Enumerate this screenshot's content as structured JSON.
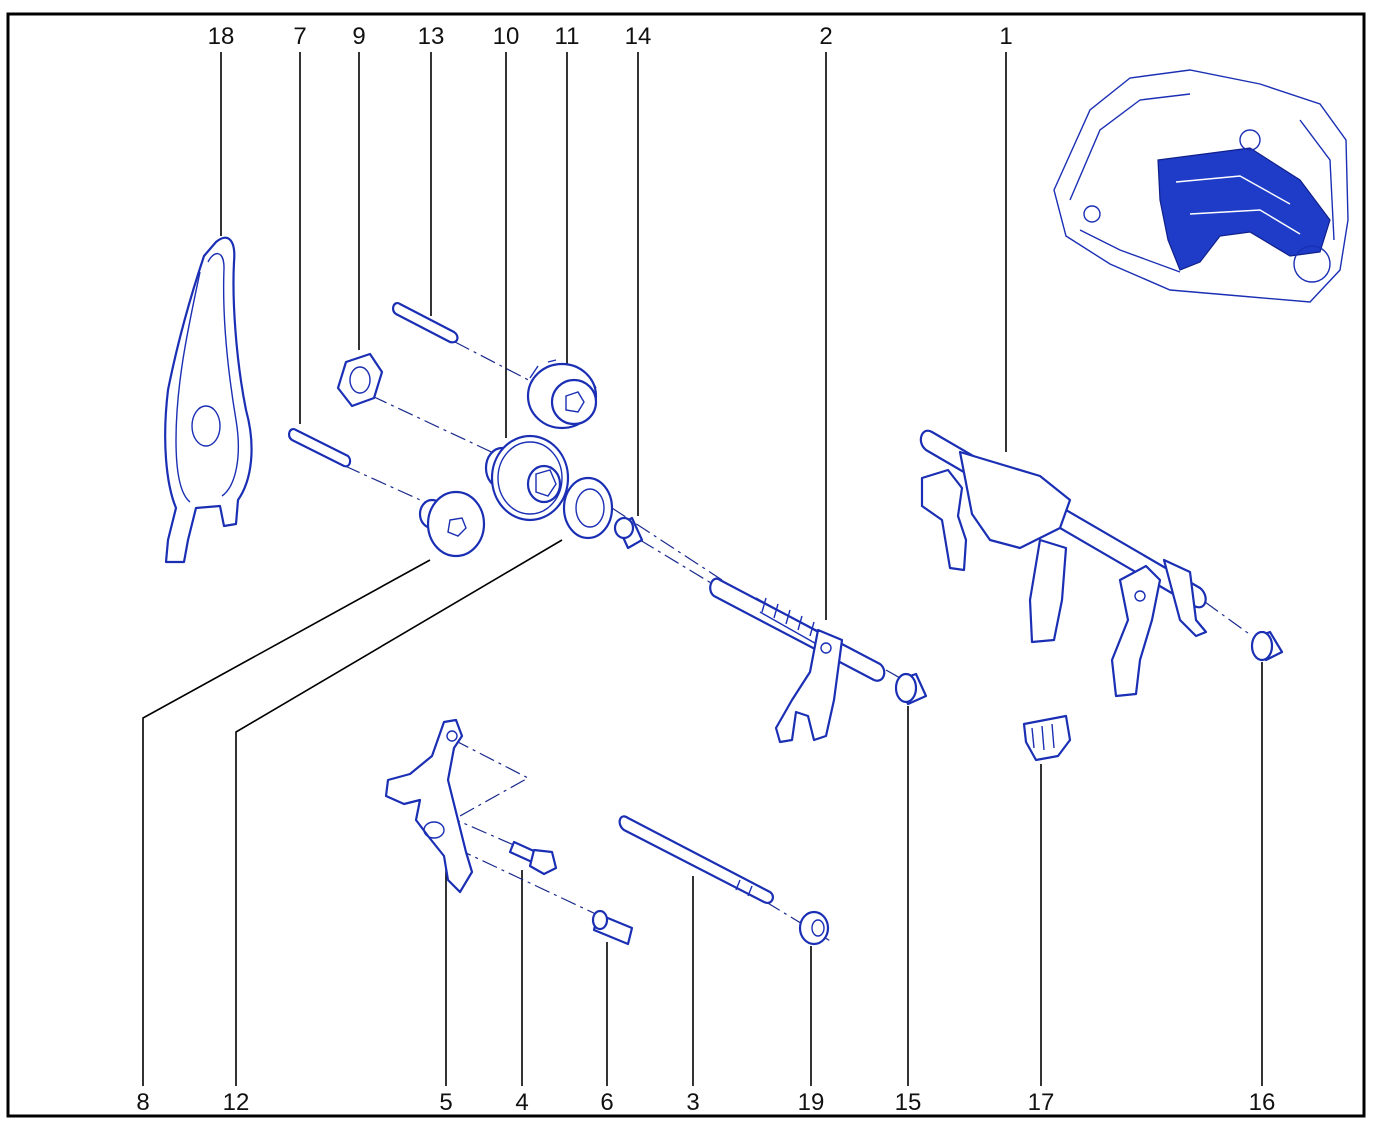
{
  "diagram": {
    "colors": {
      "part_line": "#1a2fb4",
      "part_fill": "#1e3cc8",
      "leader": "#000000",
      "frame": "#000000"
    },
    "callouts_top": [
      "18",
      "7",
      "9",
      "13",
      "10",
      "11",
      "14",
      "2",
      "1"
    ],
    "callouts_bottom": [
      "8",
      "12",
      "5",
      "4",
      "6",
      "3",
      "19",
      "15",
      "17",
      "16"
    ]
  }
}
